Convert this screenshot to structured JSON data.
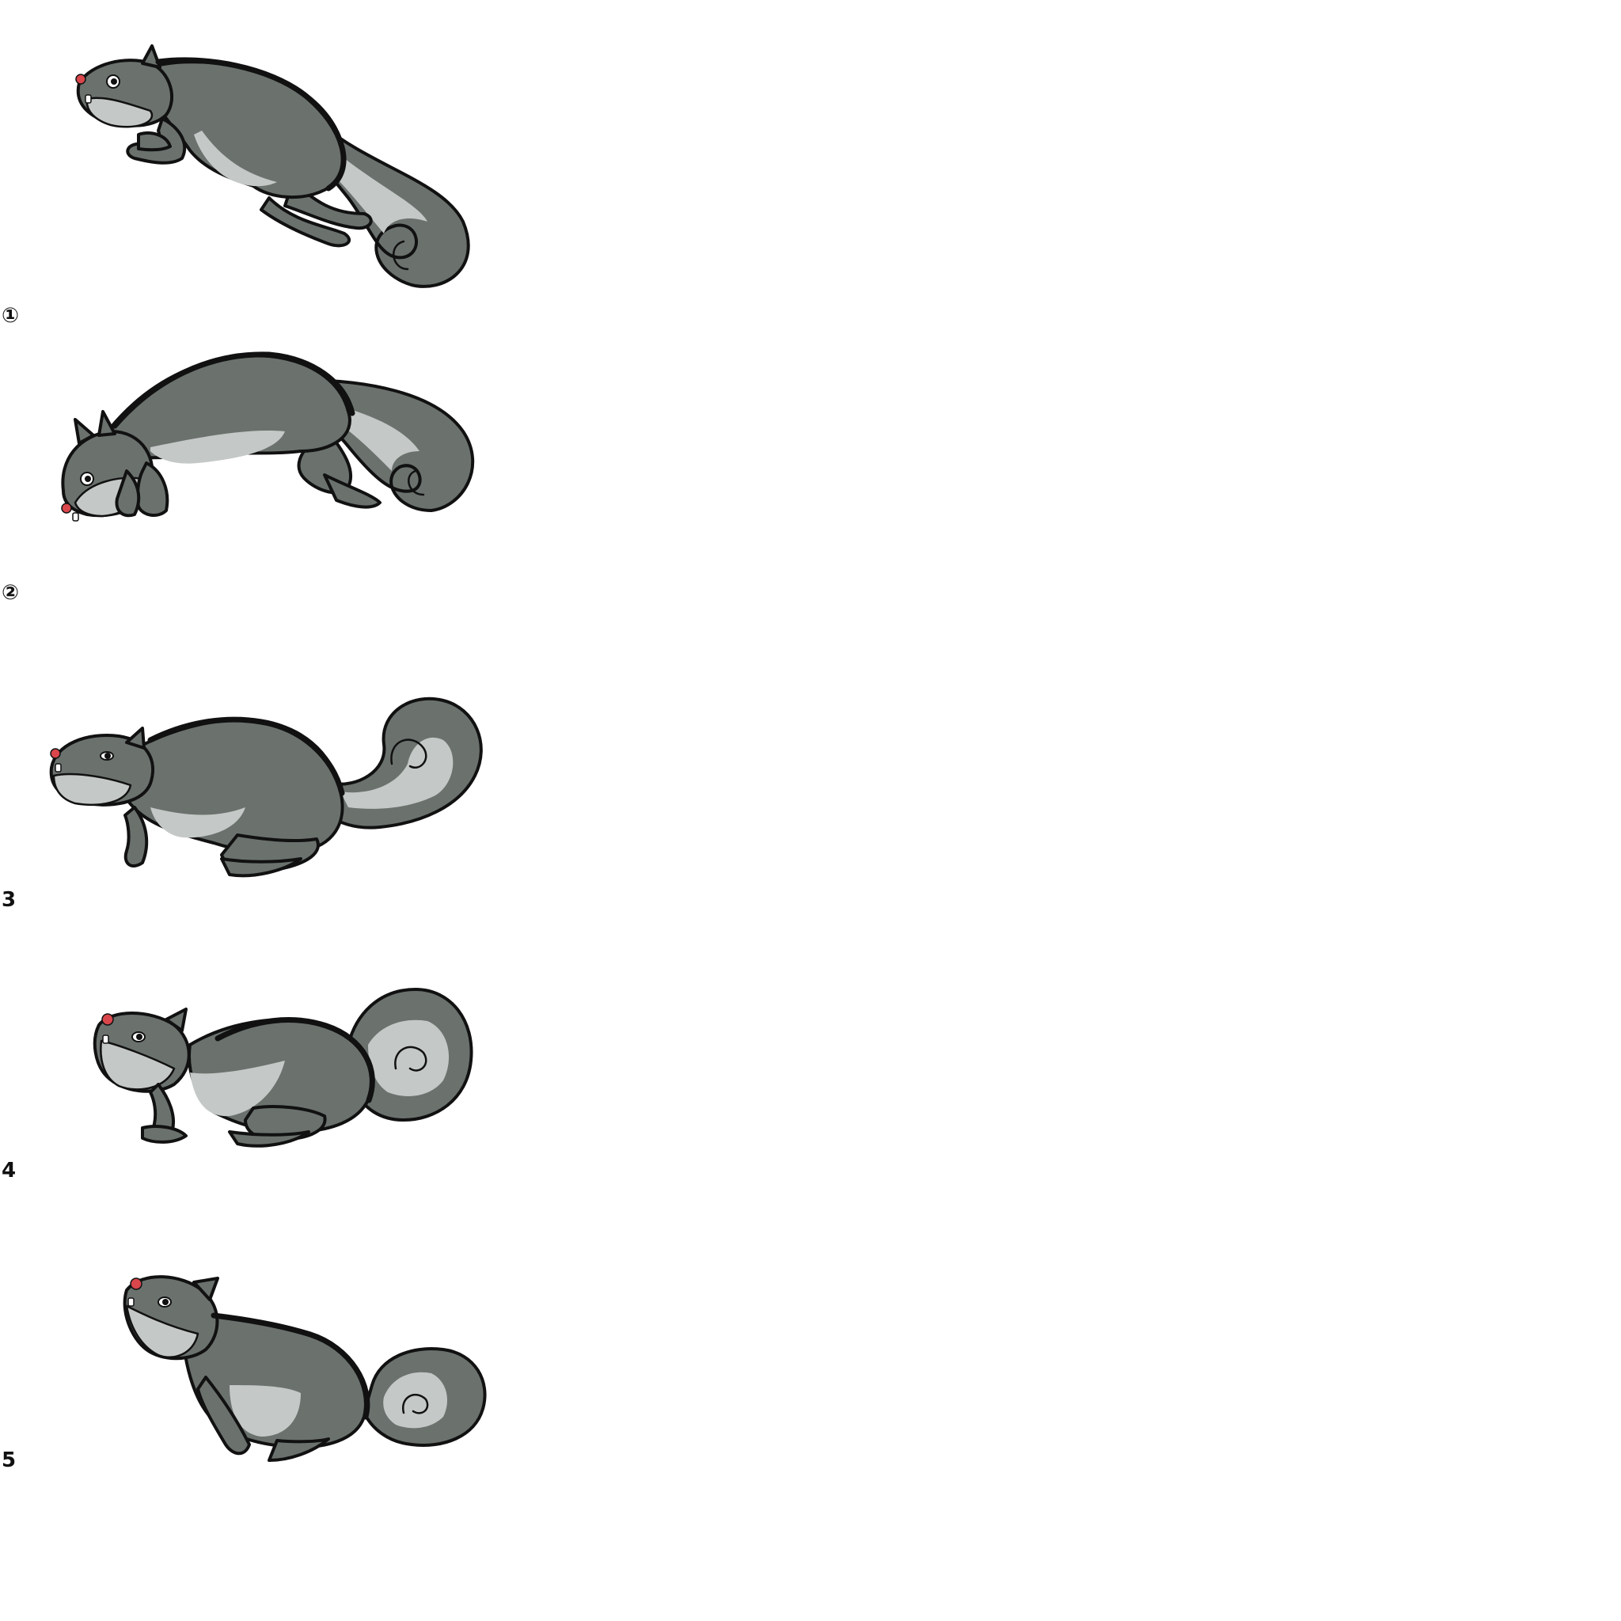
{
  "colors": {
    "fur": "#6b726e",
    "belly": "#c4c8c6",
    "nose": "#d9464b",
    "outline": "#111111",
    "background": "#ffffff"
  },
  "frames": [
    {
      "label": "①",
      "pose": "leap"
    },
    {
      "label": "②",
      "pose": "landing"
    },
    {
      "label": "3",
      "pose": "crouch"
    },
    {
      "label": "4",
      "pose": "gather"
    },
    {
      "label": "5",
      "pose": "rear-up"
    }
  ]
}
